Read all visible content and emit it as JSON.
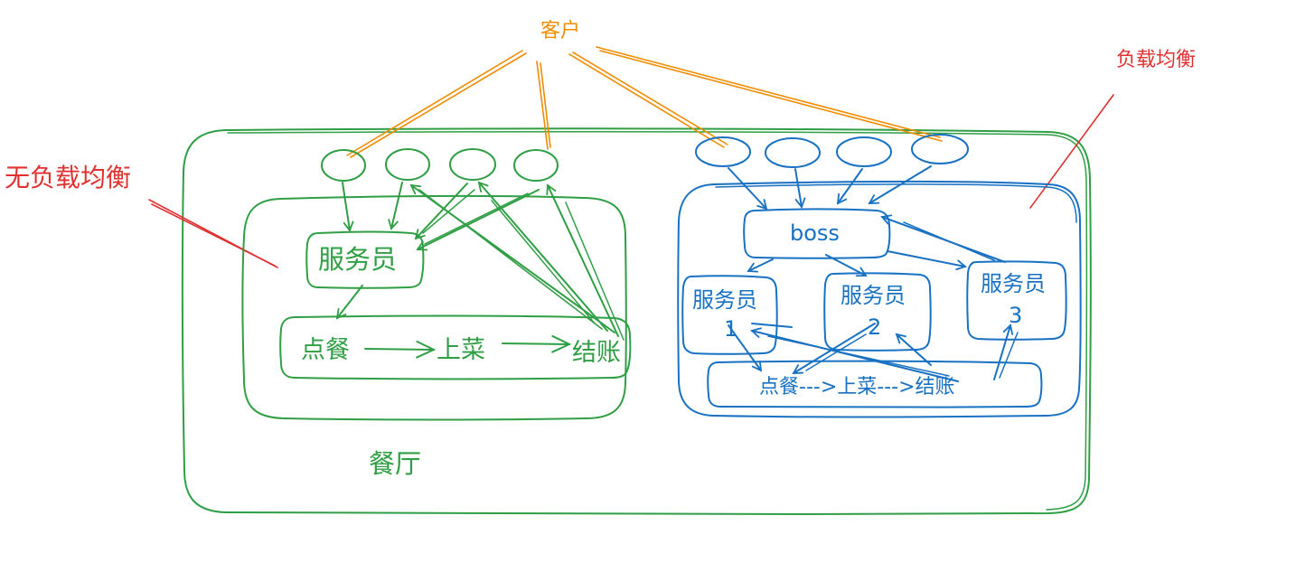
{
  "labels": {
    "customers": "客户",
    "no_load_balance": "无负载均衡",
    "load_balance": "负载均衡",
    "restaurant": "餐厅"
  },
  "left": {
    "waiter": "服务员",
    "step_order": "点餐",
    "step_serve": "上菜",
    "step_checkout": "结账"
  },
  "right": {
    "boss": "boss",
    "waiters": [
      {
        "name": "服务员",
        "number": "1"
      },
      {
        "name": "服务员",
        "number": "2"
      },
      {
        "name": "服务员",
        "number": "3"
      }
    ],
    "process": "点餐--->上菜--->结账"
  },
  "colors": {
    "green": "#2f9e44",
    "blue": "#1971c2",
    "red": "#e03131",
    "orange": "#f08c00"
  }
}
